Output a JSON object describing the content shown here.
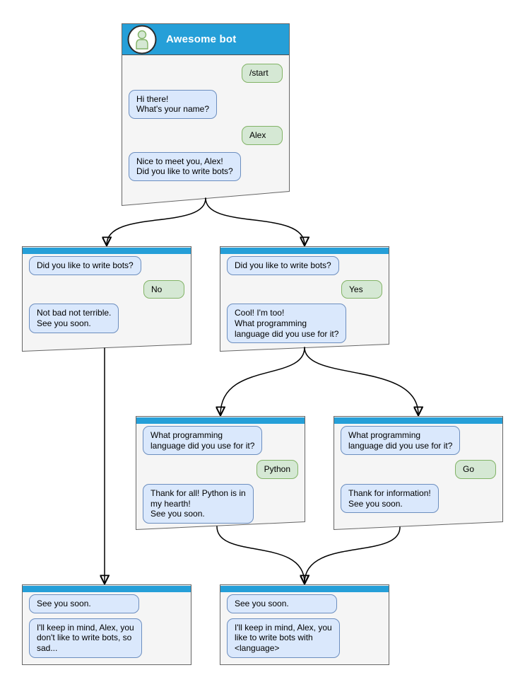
{
  "colors": {
    "titlebar": "#259fd8",
    "title_text": "#ffffff",
    "window_fill": "#f5f5f5",
    "window_border": "#666666",
    "bot_bubble_fill": "#dae8fc",
    "bot_bubble_border": "#6c8ebf",
    "user_bubble_fill": "#d5e8d4",
    "user_bubble_border": "#82b366",
    "bubble_text": "#000000",
    "connector": "#000000"
  },
  "windows": [
    {
      "id": "start",
      "title": "Awesome bot",
      "messages": [
        {
          "from": "user",
          "text": "/start"
        },
        {
          "from": "bot",
          "text": "Hi there!\nWhat's your name?"
        },
        {
          "from": "user",
          "text": "Alex"
        },
        {
          "from": "bot",
          "text": "Nice to meet you, Alex!\nDid you like to write bots?"
        }
      ]
    },
    {
      "id": "branch-no",
      "messages": [
        {
          "from": "bot",
          "text": "Did you like to write bots?"
        },
        {
          "from": "user",
          "text": "No"
        },
        {
          "from": "bot",
          "text": "Not bad not terrible.\nSee you soon."
        }
      ]
    },
    {
      "id": "branch-yes",
      "messages": [
        {
          "from": "bot",
          "text": "Did you like to write bots?"
        },
        {
          "from": "user",
          "text": "Yes"
        },
        {
          "from": "bot",
          "text": "Cool! I'm too!\nWhat programming\nlanguage did you use for it?"
        }
      ]
    },
    {
      "id": "lang-python",
      "messages": [
        {
          "from": "bot",
          "text": "What programming\nlanguage did you use for it?"
        },
        {
          "from": "user",
          "text": "Python"
        },
        {
          "from": "bot",
          "text": "Thank for all! Python is in\nmy hearth!\nSee you soon."
        }
      ]
    },
    {
      "id": "lang-go",
      "messages": [
        {
          "from": "bot",
          "text": "What programming\nlanguage did you use for it?"
        },
        {
          "from": "user",
          "text": "Go"
        },
        {
          "from": "bot",
          "text": "Thank for information!\nSee you soon."
        }
      ]
    },
    {
      "id": "end-no",
      "messages": [
        {
          "from": "bot",
          "text": "See you soon.",
          "wide": true
        },
        {
          "from": "bot",
          "text": "I'll keep in mind, Alex, you\ndon't like to write bots, so\nsad..."
        }
      ]
    },
    {
      "id": "end-yes",
      "messages": [
        {
          "from": "bot",
          "text": "See you soon.",
          "wide": true
        },
        {
          "from": "bot",
          "text": "I'll keep in mind, Alex, you\nlike to write bots with\n<language>"
        }
      ]
    }
  ]
}
